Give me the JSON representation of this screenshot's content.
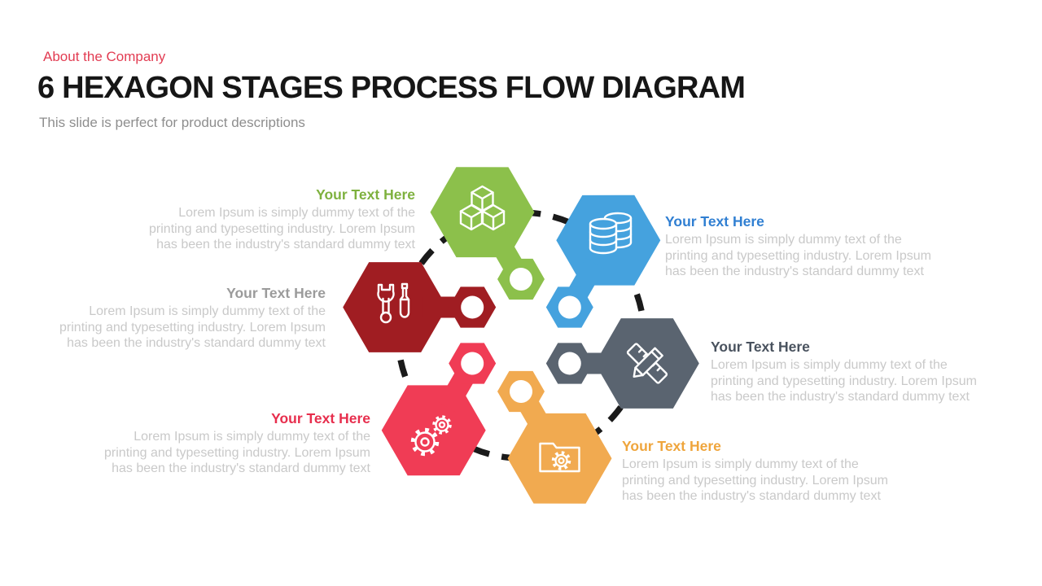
{
  "slide": {
    "eyebrow": "About the Company",
    "title": "6 HEXAGON STAGES PROCESS FLOW DIAGRAM",
    "subtitle": "This slide is perfect for product descriptions"
  },
  "colors": {
    "eyebrow": "#e23c52",
    "title": "#161616",
    "subtitle": "#8e8e8e",
    "body_text": "#c9c9c9",
    "dashed_ring": "#1a1a1a"
  },
  "diagram": {
    "ring_color": "#1a1a1a",
    "stages": [
      {
        "position": "top-left",
        "hex_color": "#8cc04b",
        "title_color": "#7eb13e",
        "icon": "cubes-icon",
        "title": "Your Text Here",
        "body_lines": [
          "Lorem Ipsum is simply dummy text of the",
          "printing and typesetting industry. Lorem Ipsum",
          "has been the industry's standard dummy text"
        ]
      },
      {
        "position": "top-right",
        "hex_color": "#45a2de",
        "title_color": "#307fd2",
        "icon": "database-icon",
        "title": "Your Text Here",
        "body_lines": [
          "Lorem Ipsum is simply dummy text of the",
          "printing and typesetting industry. Lorem Ipsum",
          "has been the industry's standard dummy text"
        ]
      },
      {
        "position": "middle-left",
        "hex_color": "#a01d22",
        "title_color": "#9b9b9b",
        "icon": "tools-icon",
        "title": "Your Text Here",
        "body_lines": [
          "Lorem Ipsum is simply dummy text of the",
          "printing and typesetting industry. Lorem Ipsum",
          "has been the industry's standard dummy text"
        ]
      },
      {
        "position": "middle-right",
        "hex_color": "#5a6470",
        "title_color": "#49525e",
        "icon": "pencil-ruler-icon",
        "title": "Your Text Here",
        "body_lines": [
          "Lorem Ipsum is simply dummy text of the",
          "printing and typesetting industry. Lorem Ipsum",
          "has been the industry's standard dummy text"
        ]
      },
      {
        "position": "bottom-left",
        "hex_color": "#f03c55",
        "title_color": "#e72e4d",
        "icon": "gears-icon",
        "title": "Your Text Here",
        "body_lines": [
          "Lorem Ipsum is simply dummy text of the",
          "printing and typesetting industry. Lorem Ipsum",
          "has been the industry's standard dummy text"
        ]
      },
      {
        "position": "bottom-right",
        "hex_color": "#f1aa50",
        "title_color": "#efa53c",
        "icon": "folder-gear-icon",
        "title": "Your Text Here",
        "body_lines": [
          "Lorem Ipsum is simply dummy text of the",
          "printing and typesetting industry. Lorem Ipsum",
          "has been the industry's standard dummy text"
        ]
      }
    ]
  }
}
